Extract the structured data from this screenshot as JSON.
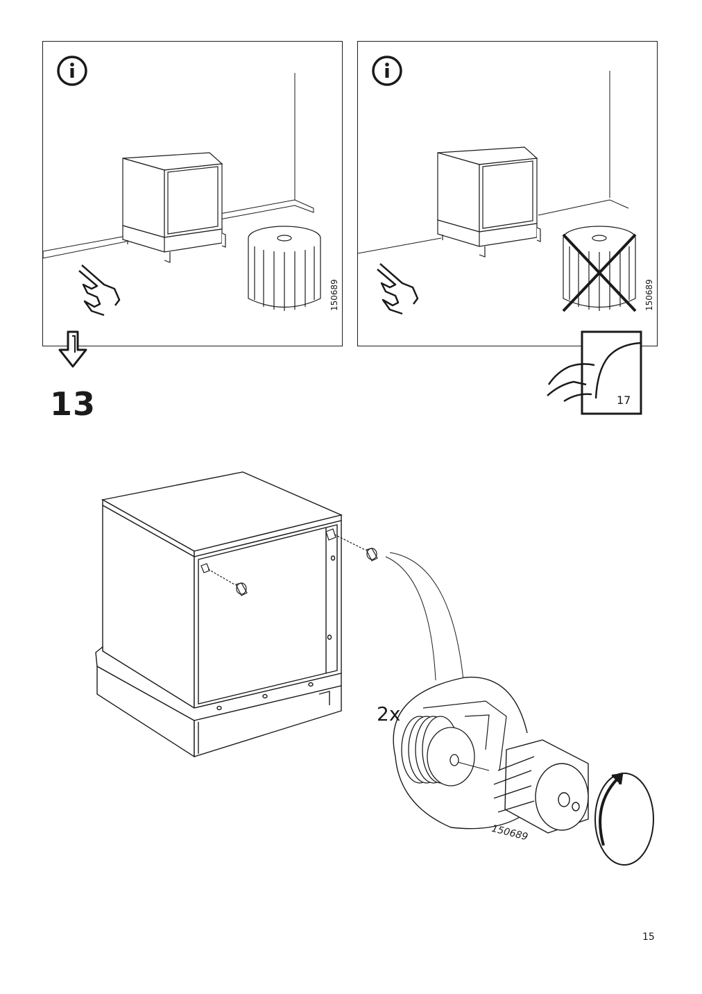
{
  "panels": [
    {
      "id": "panel-with-fitting",
      "part_code": "150689"
    },
    {
      "id": "panel-without-fitting",
      "part_code": "150689"
    }
  ],
  "page_ref": {
    "target_page": "17"
  },
  "step": {
    "number": "13",
    "quantity": "2x",
    "part_code": "150689"
  },
  "footer": {
    "page_number": "15"
  }
}
